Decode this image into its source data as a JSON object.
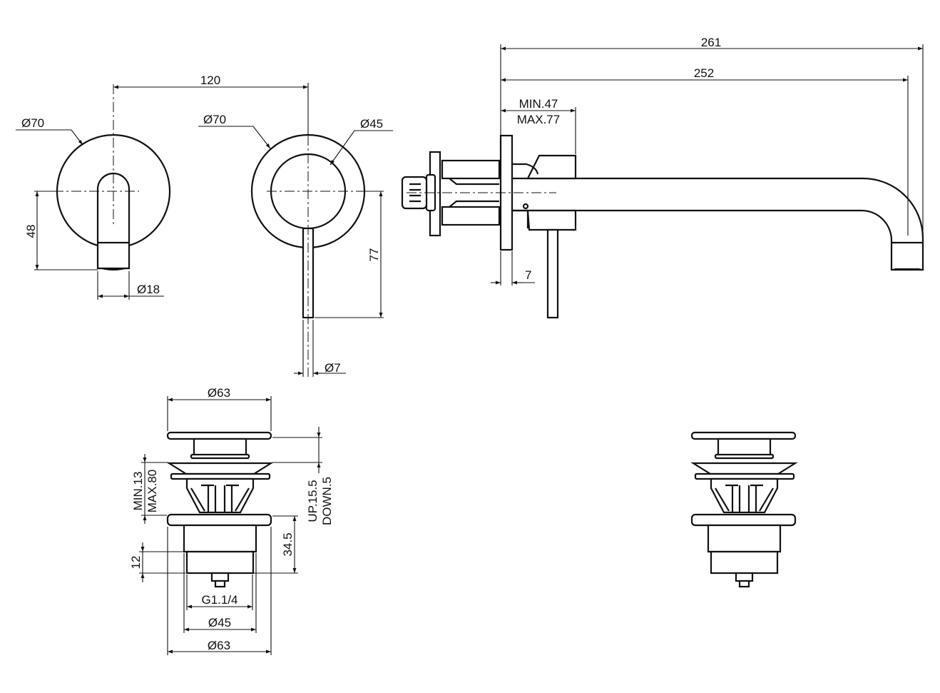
{
  "drawing": {
    "front_views": {
      "spout_plate_diameter": "Ø70",
      "spout_height": "48",
      "spout_diameter": "Ø18",
      "center_distance": "120",
      "mixer_plate_diameter": "Ø70",
      "mixer_knob_diameter": "Ø45",
      "lever_height": "77",
      "lever_diameter": "Ø7"
    },
    "side_view": {
      "overall_length": "261",
      "spout_projection": "252",
      "wall_depth_min": "MIN.47",
      "wall_depth_max": "MAX.77",
      "plate_thickness": "7"
    },
    "waste": {
      "cap_diameter": "Ø63",
      "thickness_min": "MIN.13",
      "thickness_max": "MAX.80",
      "stroke_up": "UP.15.5",
      "stroke_down": "DOWN.5",
      "body_height": "34.5",
      "thread_length": "12",
      "thread_size": "G1.1/4",
      "body_diameter": "Ø45",
      "flange_diameter": "Ø63"
    }
  }
}
